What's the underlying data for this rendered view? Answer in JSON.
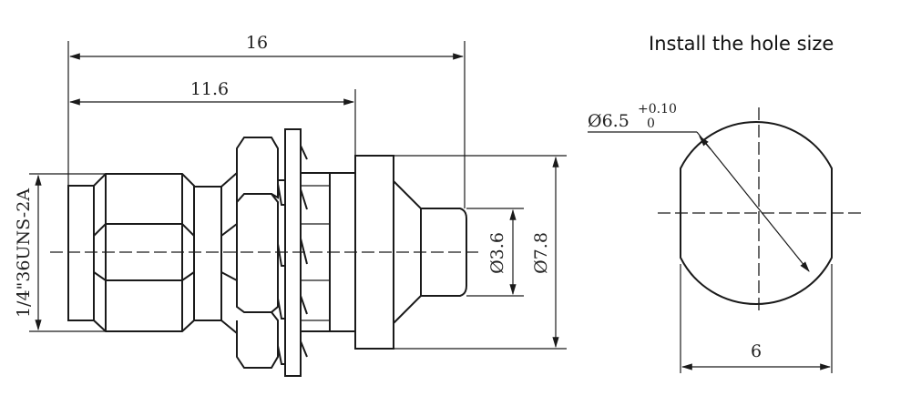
{
  "title": "Install the hole size",
  "dimensions": {
    "overall_length": "16",
    "body_length": "11.6",
    "thread": "1/4\"36UNS-2A",
    "pin_diameter": "Ø3.6",
    "flange_diameter": "Ø7.8",
    "hole_diameter": "Ø6.5",
    "hole_tol_upper": "+0.10",
    "hole_tol_lower": "0",
    "hole_flat_width": "6"
  }
}
